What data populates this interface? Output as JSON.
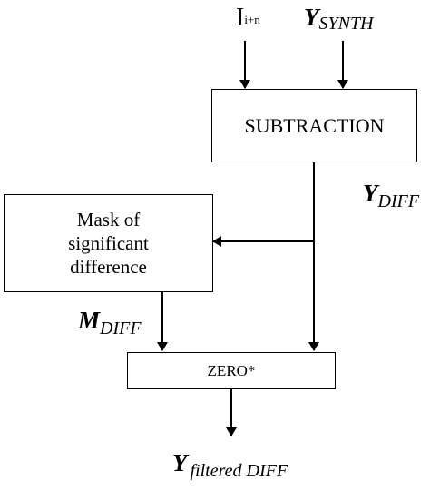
{
  "inputs": {
    "image_base": "I",
    "image_sub": "i+n",
    "ysynth_base": "Y",
    "ysynth_sub": "SYNTH"
  },
  "blocks": {
    "subtraction": "SUBTRACTION",
    "mask_line1": "Mask of",
    "mask_line2": "significant",
    "mask_line3": "difference",
    "zero": "ZERO*"
  },
  "signals": {
    "ydiff_base": "Y",
    "ydiff_sub": "DIFF",
    "mdiff_base": "M",
    "mdiff_sub": "DIFF",
    "output_base": "Y",
    "output_sub": "filtered DIFF"
  }
}
